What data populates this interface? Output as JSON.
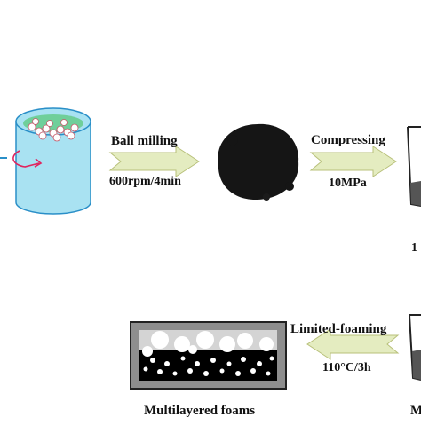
{
  "steps": {
    "ball_milling": {
      "label": "Ball milling",
      "condition": "600rpm/4min"
    },
    "compressing": {
      "label": "Compressing",
      "condition": "10MPa"
    },
    "limited_foaming": {
      "label": "Limited-foaming",
      "condition": "110°C/3h"
    }
  },
  "product": {
    "label": "Multilayered foams"
  },
  "clipped_text": {
    "right_top": "1",
    "right_bottom": "M"
  },
  "colors": {
    "jar_blue": "#a9e2f2",
    "jar_edge": "#2a8fc8",
    "jar_mix": "#6fcf9a",
    "arrow_fill": "#e4ecc0",
    "arrow_edge": "#b8c07a",
    "powder": "#151515",
    "foam_light": "#d4d4d4",
    "foam_dark": "#000000",
    "rotation": "#e0245e"
  }
}
